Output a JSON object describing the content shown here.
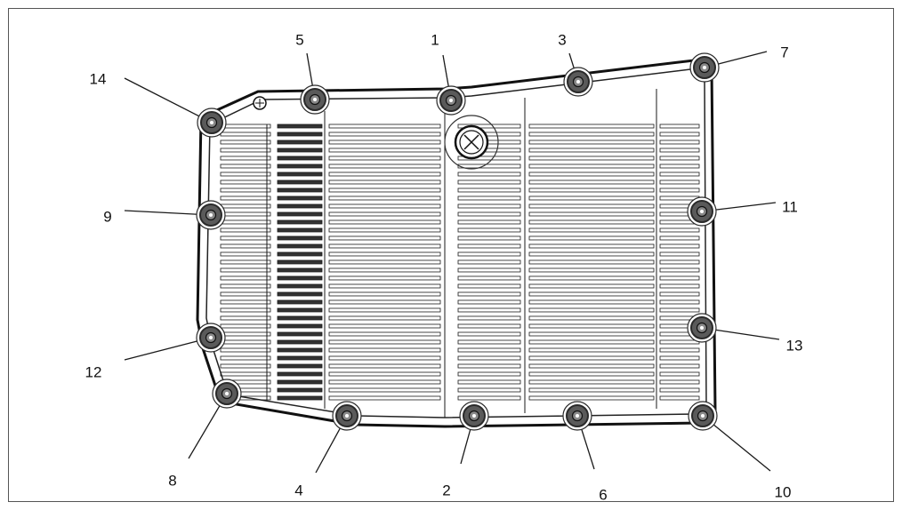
{
  "diagram": {
    "colors": {
      "line": "#1a1a1a",
      "bolt_fill": "#5a5a5a",
      "bolt_ring": "#2a2a2a",
      "background": "#ffffff"
    },
    "bolts": [
      {
        "label": "1",
        "icon": "bolt-head-icon"
      },
      {
        "label": "2",
        "icon": "bolt-head-icon"
      },
      {
        "label": "3",
        "icon": "bolt-head-icon"
      },
      {
        "label": "4",
        "icon": "bolt-head-icon"
      },
      {
        "label": "5",
        "icon": "bolt-head-icon"
      },
      {
        "label": "6",
        "icon": "bolt-head-icon"
      },
      {
        "label": "7",
        "icon": "bolt-head-icon"
      },
      {
        "label": "8",
        "icon": "bolt-head-icon"
      },
      {
        "label": "9",
        "icon": "bolt-head-icon"
      },
      {
        "label": "10",
        "icon": "bolt-head-icon"
      },
      {
        "label": "11",
        "icon": "bolt-head-icon"
      },
      {
        "label": "12",
        "icon": "bolt-head-icon"
      },
      {
        "label": "13",
        "icon": "bolt-head-icon"
      },
      {
        "label": "14",
        "icon": "bolt-head-icon"
      }
    ]
  }
}
